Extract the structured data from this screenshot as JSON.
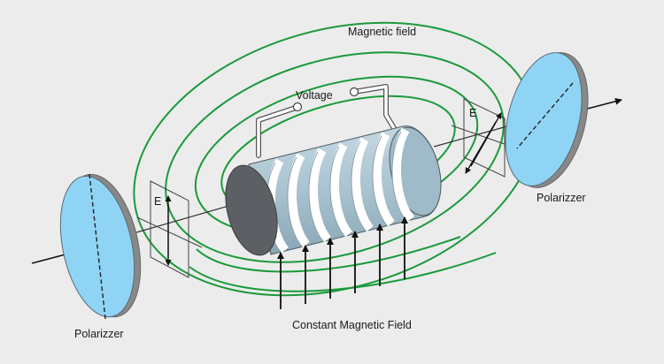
{
  "labels": {
    "magnetic_field": "Magnetic field",
    "voltage": "Voltage",
    "polarizer_left": "Polarizzer",
    "polarizer_right": "Polarizzer",
    "constant_field": "Constant Magnetic Field",
    "e_left": "E",
    "e_right": "E"
  },
  "colors": {
    "field_lines": "#1a9a3a",
    "polarizer_face": "#8fd4f5",
    "rod": "#a9c3d0",
    "rod_end": "#5c5f63",
    "coil": "#ffffff",
    "background": "#ececec"
  }
}
